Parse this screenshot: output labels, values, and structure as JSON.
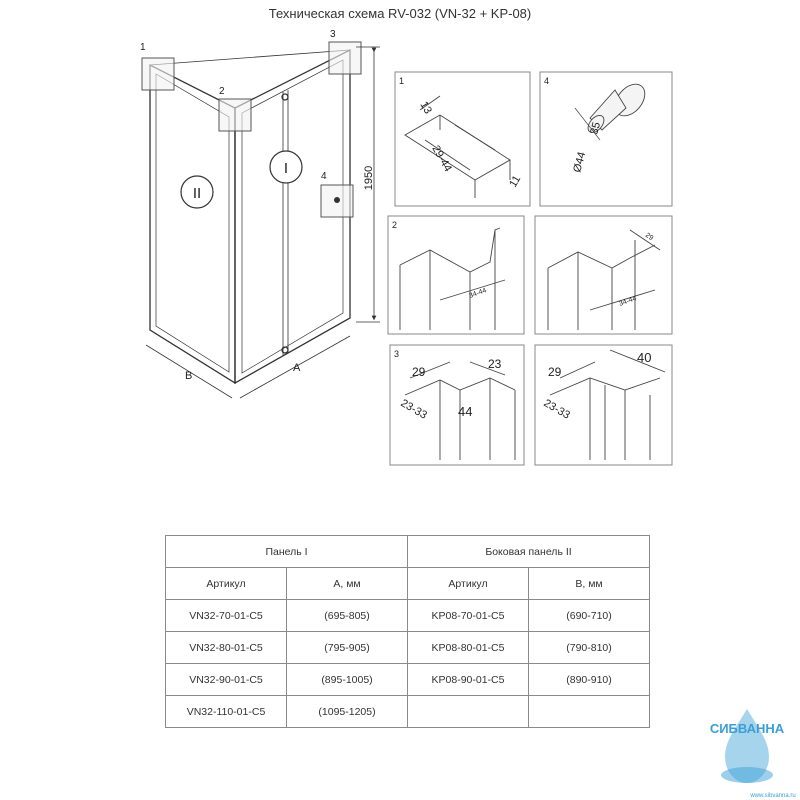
{
  "title": "Техническая схема RV-032 (VN-32 + KP-08)",
  "diagram": {
    "callouts": [
      "1",
      "2",
      "3",
      "4"
    ],
    "panel_labels": [
      "II",
      "I"
    ],
    "dimensions": {
      "height": "1950",
      "width_b": "B",
      "width_a": "A"
    },
    "details": {
      "d1": {
        "label": "1",
        "dims": [
          "13",
          "29-44",
          "11"
        ]
      },
      "d4": {
        "label": "4",
        "dims": [
          "35",
          "Ø44"
        ]
      },
      "d2": {
        "label": "2",
        "dims": [
          "34-44",
          "34-44",
          "29"
        ]
      },
      "d3": {
        "label": "3",
        "dims": [
          "29",
          "23",
          "23-33",
          "44",
          "29",
          "40",
          "23-33"
        ]
      }
    }
  },
  "table": {
    "group_headers": [
      "Панель I",
      "Боковая панель II"
    ],
    "col_headers": [
      "Артикул",
      "A, мм",
      "Артикул",
      "B, мм"
    ],
    "rows": [
      [
        "VN32-70-01-C5",
        "(695-805)",
        "KP08-70-01-C5",
        "(690-710)"
      ],
      [
        "VN32-80-01-C5",
        "(795-905)",
        "KP08-80-01-C5",
        "(790-810)"
      ],
      [
        "VN32-90-01-C5",
        "(895-1005)",
        "KP08-90-01-C5",
        "(890-910)"
      ],
      [
        "VN32-110-01-C5",
        "(1095-1205)",
        "",
        ""
      ]
    ]
  },
  "watermark": {
    "text": "СИБВАННА",
    "url": "www.sibvanna.ru",
    "color": "#3b9fd6"
  }
}
